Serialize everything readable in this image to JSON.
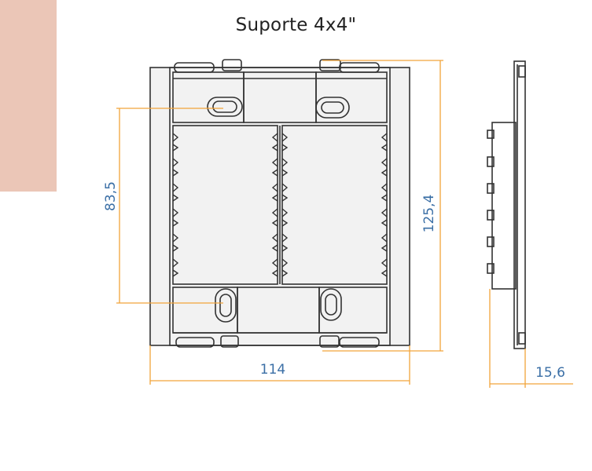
{
  "title": "Suporte 4x4\"",
  "dimensions": {
    "width": "114",
    "height_total": "125,4",
    "hole_spacing": "83,5",
    "depth": "15,6"
  },
  "colors": {
    "swatch": "#ebc6b7",
    "dimension_line": "#f2a43a",
    "dimension_text": "#3b6fa6",
    "drawing_line": "#333333",
    "drawing_fill": "#f2f2f2"
  }
}
